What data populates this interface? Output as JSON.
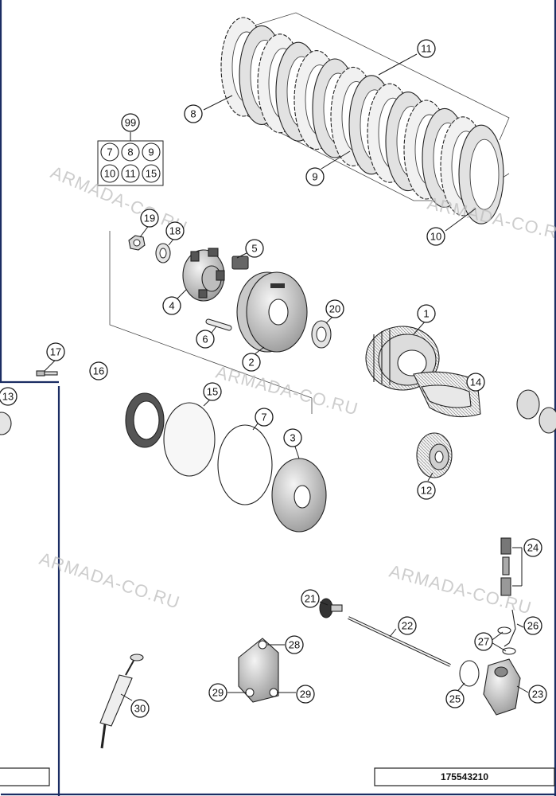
{
  "drawing_number": "175543210",
  "watermarks": [
    "ARMADA-CO.RU",
    "ARMADA-CO.RU",
    "ARMADA-CO.RU",
    "ARMADA-CO.RU",
    "ARMADA-CO.RU"
  ],
  "kit": {
    "number": "99",
    "items": [
      "7",
      "8",
      "9",
      "10",
      "11",
      "15"
    ]
  },
  "callouts": {
    "c1": "1",
    "c2": "2",
    "c3": "3",
    "c4": "4",
    "c5": "5",
    "c6": "6",
    "c7": "7",
    "c8": "8",
    "c9": "9",
    "c10": "10",
    "c11": "11",
    "c12": "12",
    "c13": "13",
    "c14": "14",
    "c15": "15",
    "c16": "16",
    "c17": "17",
    "c18": "18",
    "c19": "19",
    "c20": "20",
    "c21": "21",
    "c22": "22",
    "c23": "23",
    "c24": "24",
    "c25": "25",
    "c26": "26",
    "c27": "27",
    "c28": "28",
    "c29a": "29",
    "c29b": "29",
    "c30": "30"
  },
  "colors": {
    "frame": "#1b2d63",
    "watermark": "#bdbdbd",
    "line": "#1a1a1a"
  }
}
